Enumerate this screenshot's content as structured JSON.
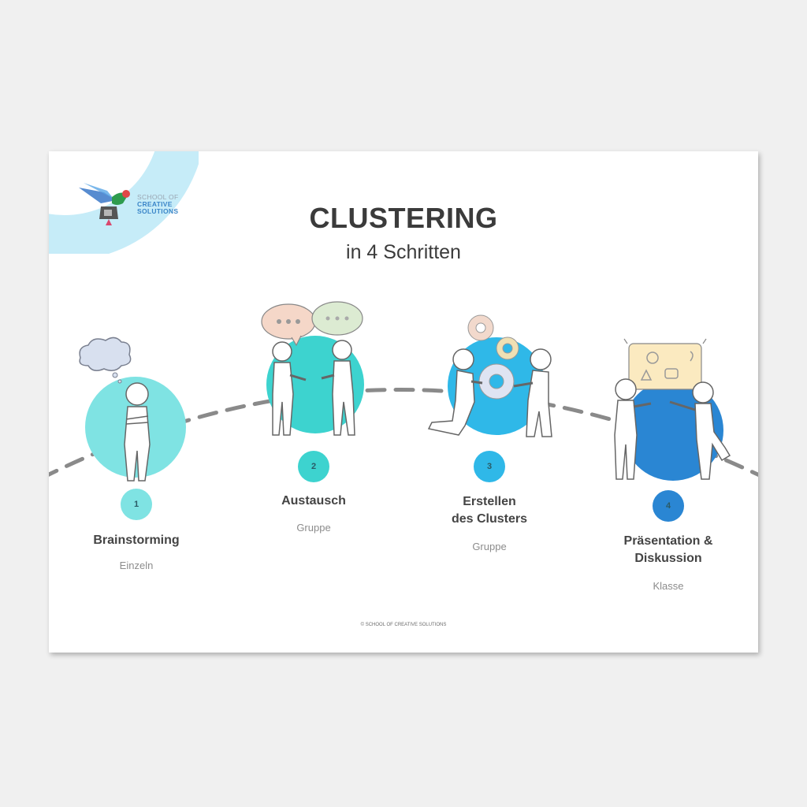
{
  "logo": {
    "line1": "SCHOOL OF",
    "line2": "CREATIVE",
    "line3": "SOLUTIONS"
  },
  "header": {
    "title": "CLUSTERING",
    "subtitle": "in 4 Schritten"
  },
  "steps": [
    {
      "number": "1",
      "label": "Brainstorming",
      "sub": "Einzeln",
      "color": "#7fe3e3",
      "icon": "thinking-person-icon"
    },
    {
      "number": "2",
      "label": "Austausch",
      "sub": "Gruppe",
      "color": "#3dd3cf",
      "icon": "conversation-icon"
    },
    {
      "number": "3",
      "label_line1": "Erstellen",
      "label_line2": "des Clusters",
      "sub": "Gruppe",
      "color": "#2fb8e8",
      "icon": "gears-teamwork-icon"
    },
    {
      "number": "4",
      "label_line1": "Präsentation &",
      "label_line2": "Diskussion",
      "sub": "Klasse",
      "color": "#2a86d3",
      "icon": "presentation-board-icon"
    }
  ],
  "footer": {
    "text": "© SCHOOL OF CREATIVE SOLUTIONS"
  },
  "colors": {
    "background": "#f0f0f0",
    "card": "#ffffff",
    "corner_accent": "#c6ecf8",
    "title_text": "#3b3b3b",
    "arc": "#8a8a8a"
  }
}
